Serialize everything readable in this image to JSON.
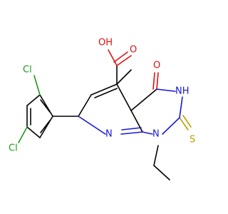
{
  "molecule": {
    "atom_labels": {
      "hydroxyl": "OH",
      "carbonyl_oxygen_acid": "O",
      "carbonyl_oxygen_ring": "O",
      "nh": "NH",
      "n_ring_pyridine": "N",
      "n_ring_ethyl": "N",
      "sulfur": "S",
      "chlorine_top": "Cl",
      "chlorine_bottom": "Cl"
    },
    "colors": {
      "carbon_bond": "#000000",
      "oxygen": "#e01010",
      "nitrogen": "#1818d8",
      "sulfur": "#b8a000",
      "chlorine": "#1a9a1a"
    }
  }
}
